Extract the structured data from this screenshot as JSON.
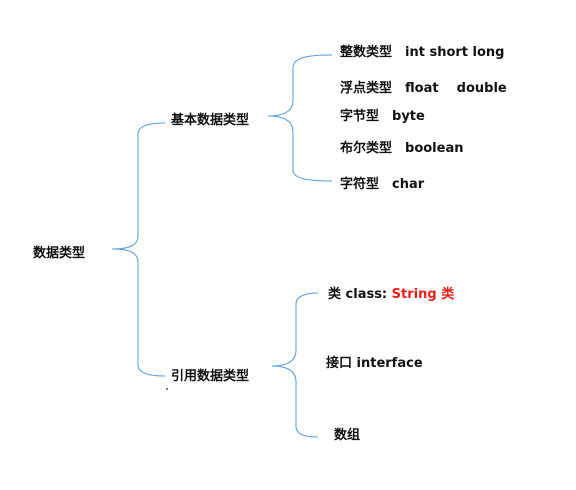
{
  "diagram": {
    "root": "数据类型",
    "branches": [
      {
        "label": "基本数据类型",
        "leaves": [
          {
            "name": "整数类型",
            "detail": "int short long"
          },
          {
            "name": "浮点类型",
            "detail": "float    double"
          },
          {
            "name": "字节型",
            "detail": "byte"
          },
          {
            "name": "布尔类型",
            "detail": "boolean"
          },
          {
            "name": "字符型",
            "detail": "char"
          }
        ]
      },
      {
        "label": "引用数据类型",
        "leaves": [
          {
            "name": "类 class: ",
            "highlight": "String 类"
          },
          {
            "name": "接口 interface"
          },
          {
            "name": "数组"
          }
        ]
      }
    ],
    "colors": {
      "connector": "#5b9bd5",
      "highlight": "#e8201a"
    }
  }
}
